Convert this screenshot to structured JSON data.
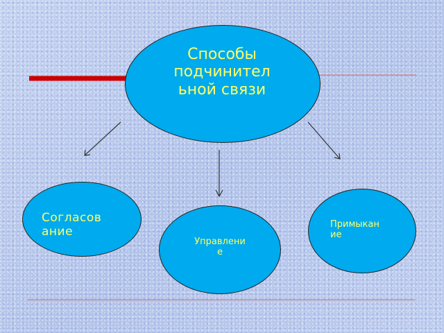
{
  "diagram": {
    "main_node": {
      "lines": [
        "Способы",
        "подчинител",
        "ьной связи"
      ]
    },
    "nodes": [
      {
        "id": "agree",
        "lines": [
          "Согласов",
          "ание"
        ]
      },
      {
        "id": "govern",
        "lines": [
          "Управлени",
          "е"
        ]
      },
      {
        "id": "adjoin",
        "lines": [
          "Примыкан",
          "ие"
        ]
      }
    ],
    "colors": {
      "node_fill": "#00aaee",
      "label_text": "#ffff66",
      "accent_bar": "#cc0000",
      "rule_line": "#c86e6e",
      "arrow": "#333333"
    }
  }
}
